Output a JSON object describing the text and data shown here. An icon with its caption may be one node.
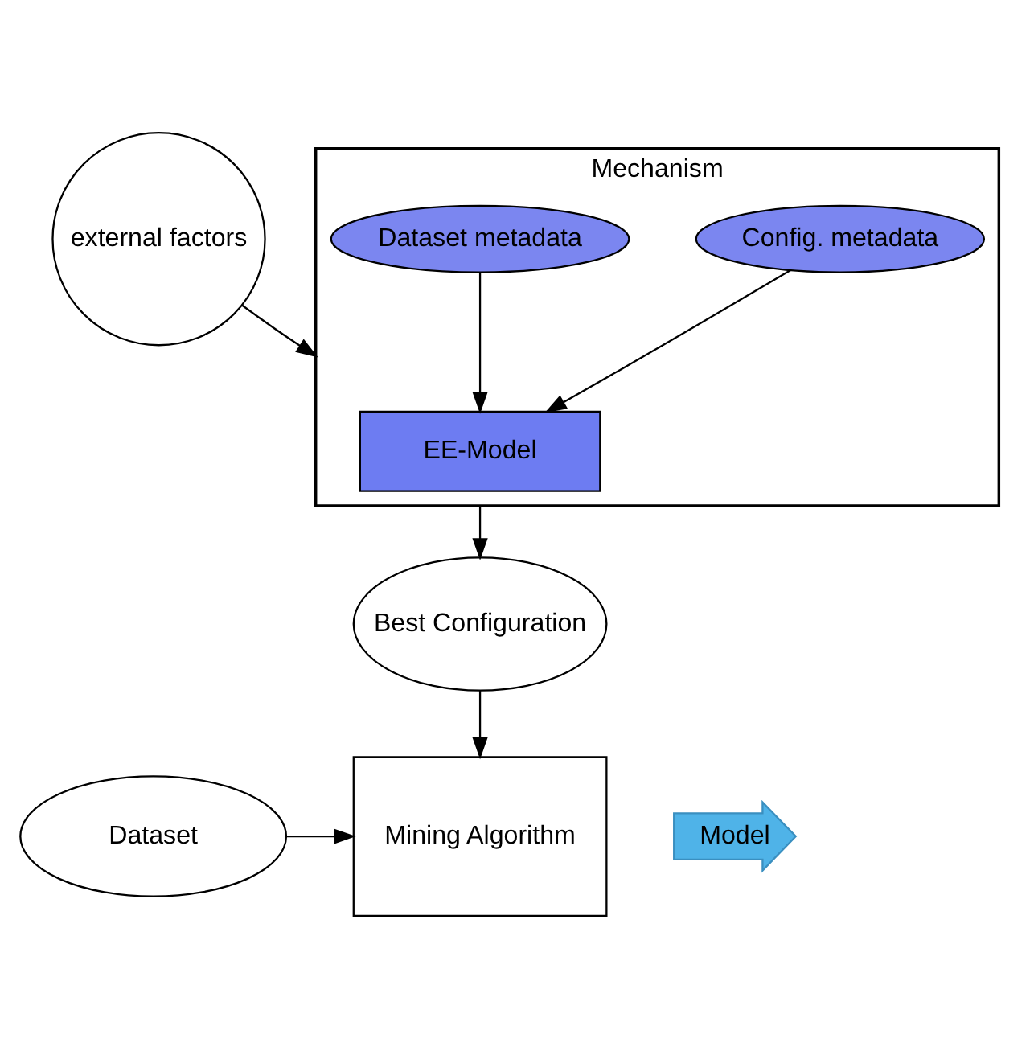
{
  "diagram": {
    "nodes": [
      {
        "text": [
          "external factors"
        ]
      },
      {
        "text": [
          "Mechanism"
        ]
      },
      {
        "text": [
          "Config. metadata"
        ],
        "in": 1
      },
      {
        "text": [
          "Dataset metadata"
        ],
        "in": 1
      },
      {
        "text": [
          "EE-Model"
        ],
        "in": 1
      },
      {
        "text": [
          "Best Configuration"
        ]
      },
      {
        "text": [
          "Dataset"
        ]
      },
      {
        "text": [
          "Mining Algorithm"
        ]
      },
      {
        "text": [
          "Model"
        ]
      }
    ],
    "edges": [
      {
        "from": 0,
        "to": 1,
        "arrow": "to"
      },
      {
        "from": 3,
        "to": 4,
        "arrow": "to"
      },
      {
        "from": 2,
        "to": 4,
        "arrow": "to"
      },
      {
        "from": 1,
        "to": 5,
        "arrow": "to"
      },
      {
        "from": 5,
        "to": 7,
        "arrow": "to"
      },
      {
        "from": 6,
        "to": 7,
        "arrow": "to"
      }
    ]
  }
}
